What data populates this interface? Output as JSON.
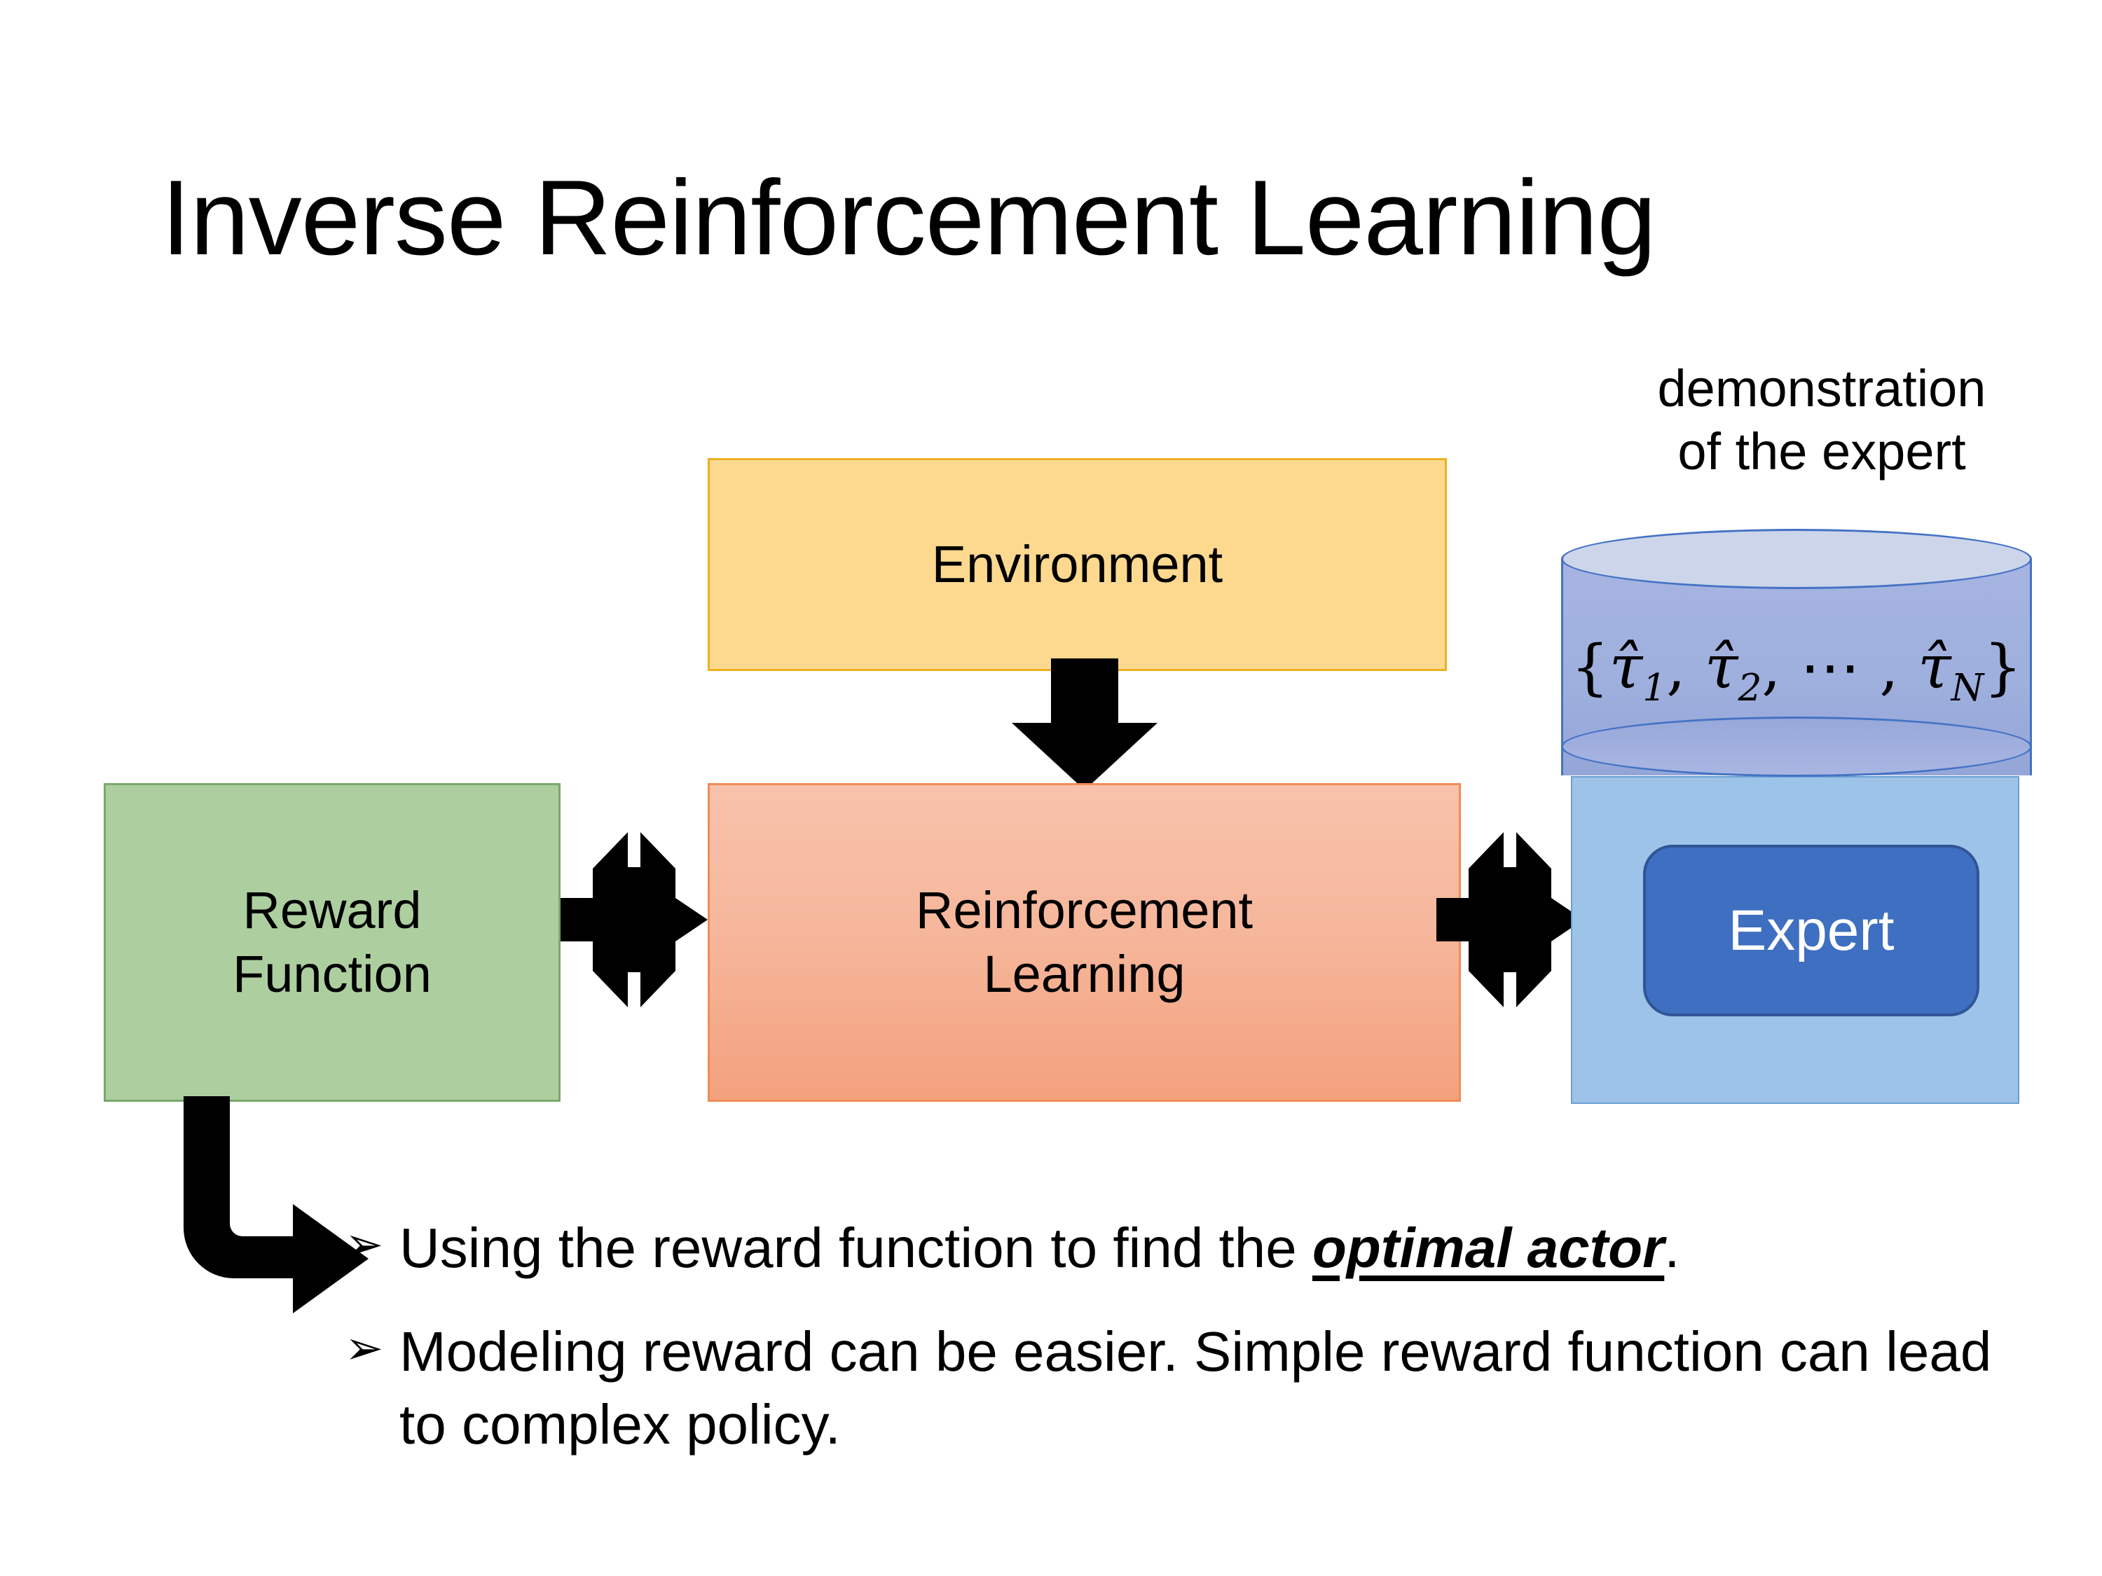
{
  "slide": {
    "title": "Inverse Reinforcement Learning",
    "background_color": "#ffffff"
  },
  "diagram": {
    "environment": {
      "label": "Environment",
      "fill_color": "#fdd98f",
      "border_color": "#edb01f"
    },
    "reinforcement_learning": {
      "label_line1": "Reinforcement",
      "label_line2": "Learning",
      "fill_color_top": "#f8c2ab",
      "fill_color_bottom": "#f3a17e",
      "border_color": "#ef8d55"
    },
    "reward_function": {
      "label_line1": "Reward",
      "label_line2": "Function",
      "fill_color": "#adcfa0",
      "border_color": "#7aa86b"
    },
    "demonstration": {
      "caption_line1": "demonstration",
      "caption_line2": "of the expert",
      "cylinder_label_open": "{",
      "cylinder_label_tau1": "τ̂1",
      "cylinder_label_tau2": "τ̂2",
      "cylinder_label_dots": ",⋯,",
      "cylinder_label_tauN": "τ̂N",
      "cylinder_label_close": "}",
      "cylinder_label_plain": "{τ̂₁, τ̂₂, ⋯ , τ̂ₙ}",
      "cylinder_fill_color": "#9fb0de",
      "cylinder_top_color": "#ccd5ea",
      "cylinder_border_color": "#4472c4",
      "panel_fill_color": "#9dc3e8",
      "panel_border_color": "#6a9fd4"
    },
    "expert": {
      "label": "Expert",
      "fill_color": "#3f6fc1",
      "border_color": "#2f5597",
      "text_color": "#ffffff"
    },
    "arrows": {
      "environment_to_rl": "down-arrow",
      "reward_to_rl": "left-right-up-down-arrow",
      "rl_to_expert": "left-right-up-down-arrow",
      "reward_to_bullets": "bent-arrow",
      "color": "#000000"
    }
  },
  "bullets": {
    "marker": "➢",
    "items": [
      {
        "prefix": "Using the reward function to find the ",
        "emphasis": "optimal actor",
        "suffix": "."
      },
      {
        "prefix": "Modeling reward can be easier. Simple reward function can lead to complex policy.",
        "emphasis": "",
        "suffix": ""
      }
    ]
  }
}
